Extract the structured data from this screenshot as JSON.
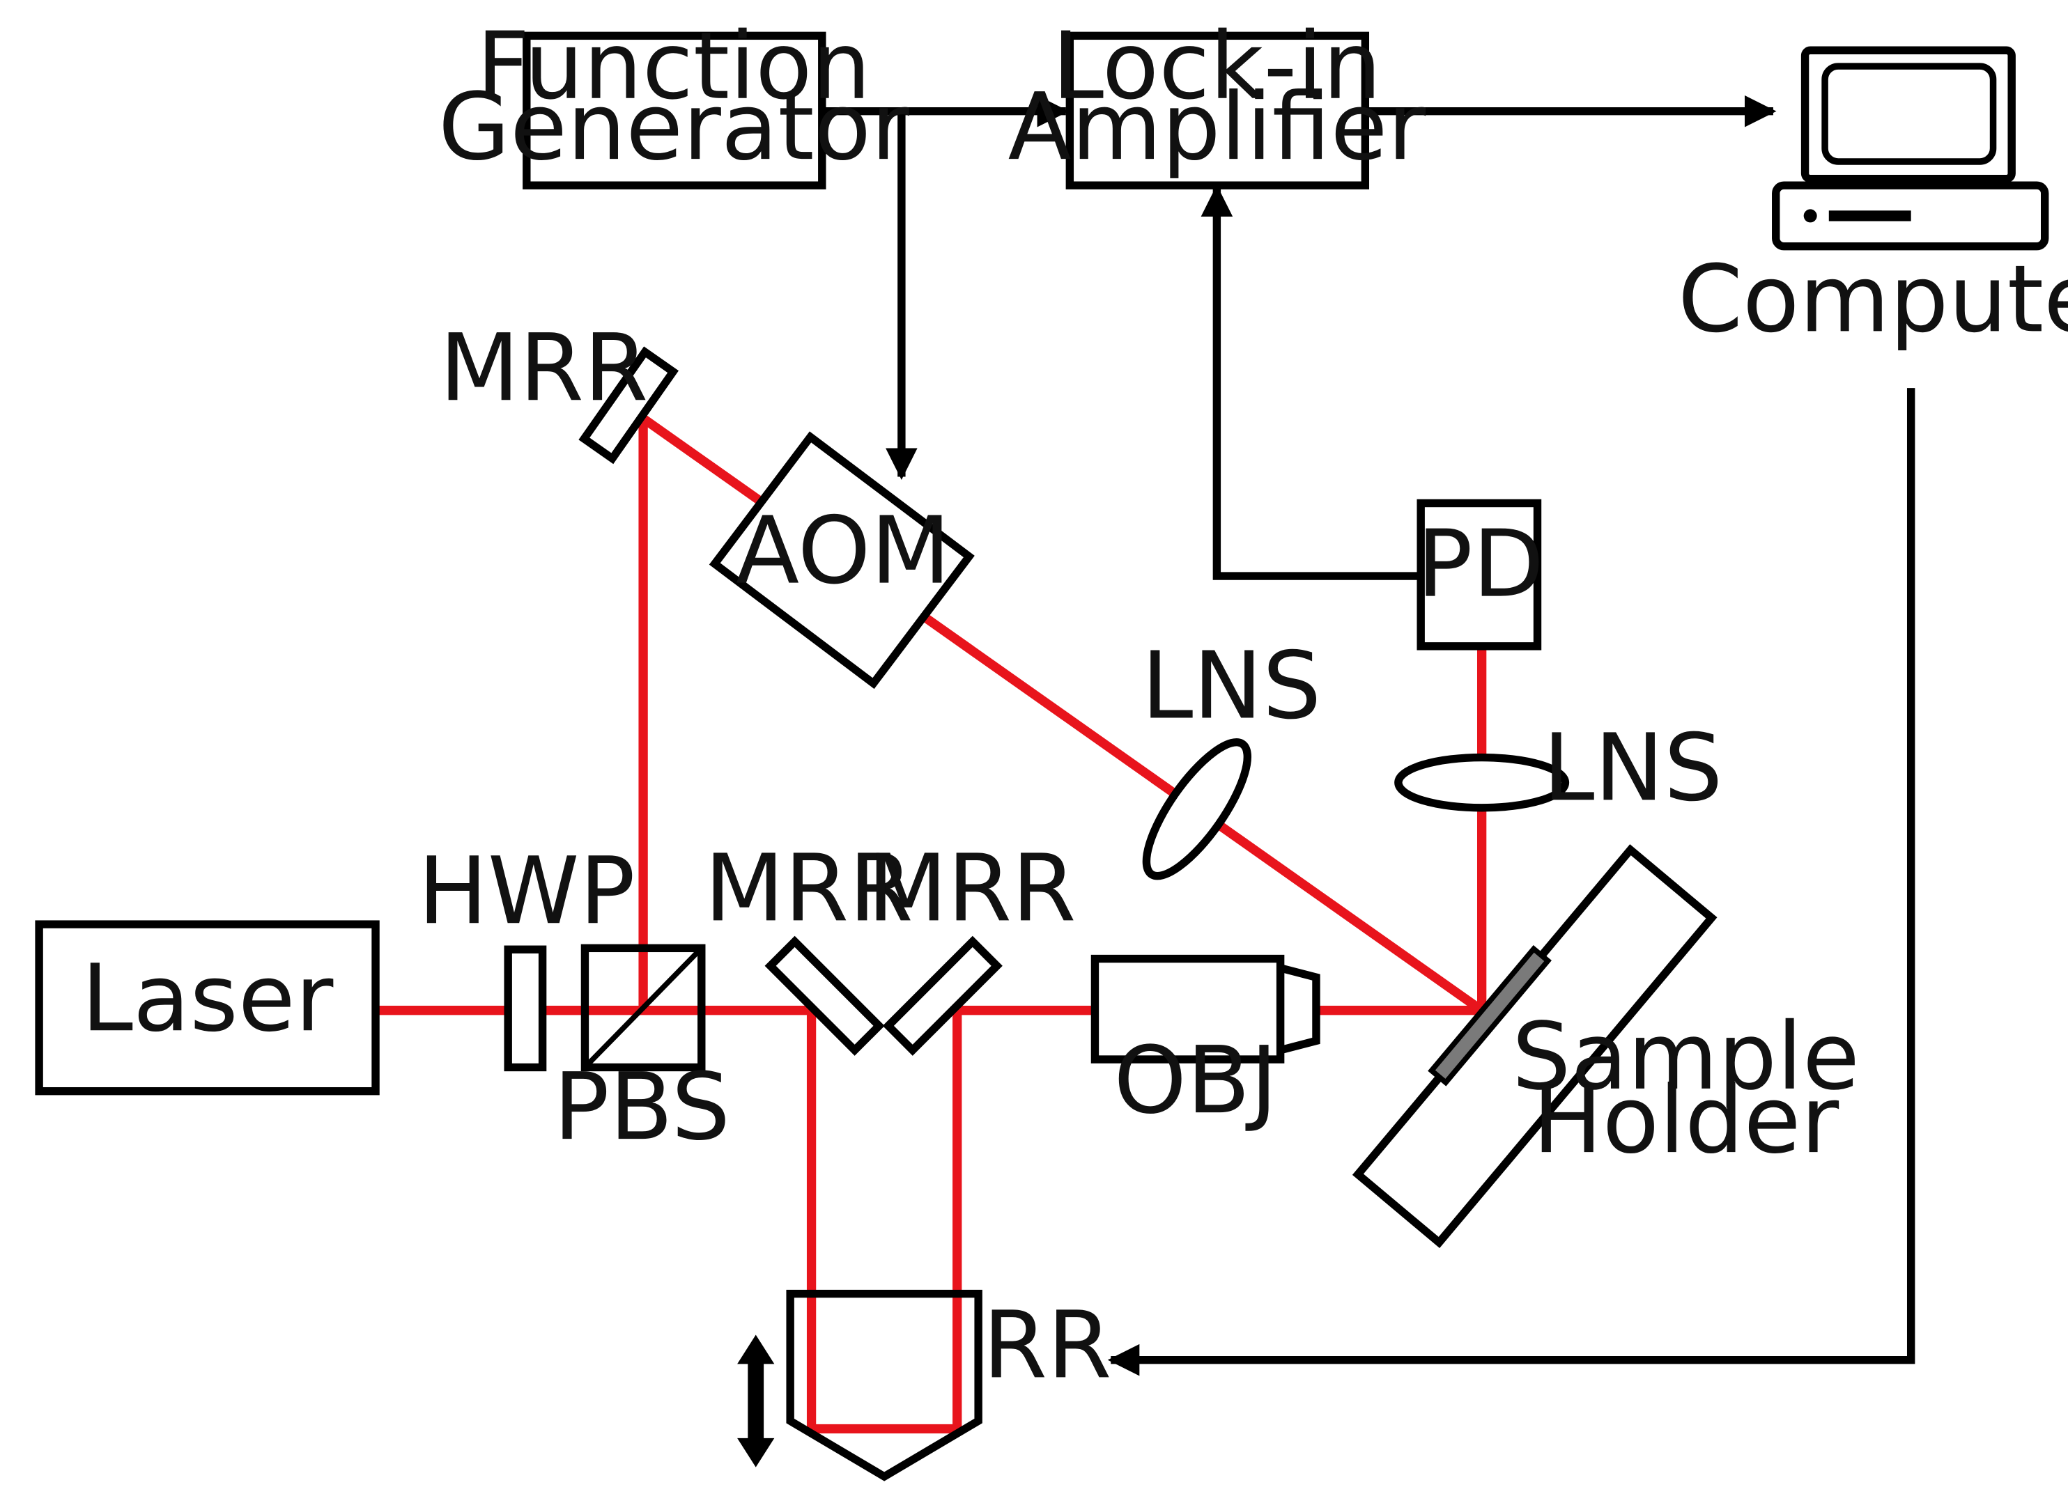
{
  "components": {
    "function_generator": {
      "line1": "Function",
      "line2": "Generator"
    },
    "lockin_amplifier": {
      "line1": "Lock-in",
      "line2": "Amplifier"
    },
    "computer": "Computer",
    "laser": "Laser",
    "hwp": "HWP",
    "pbs": "PBS",
    "mrr_top": "MRR",
    "mrr_left": "MRR",
    "mrr_right": "MRR",
    "aom": "AOM",
    "lns_diag": "LNS",
    "lns_vert": "LNS",
    "pd": "PD",
    "obj": "OBJ",
    "sample_holder": {
      "line1": "Sample",
      "line2": "Holder"
    },
    "rr": "RR"
  },
  "colors": {
    "beam": "#e8141c",
    "line": "#000000",
    "sample": "#7a7a7a"
  }
}
